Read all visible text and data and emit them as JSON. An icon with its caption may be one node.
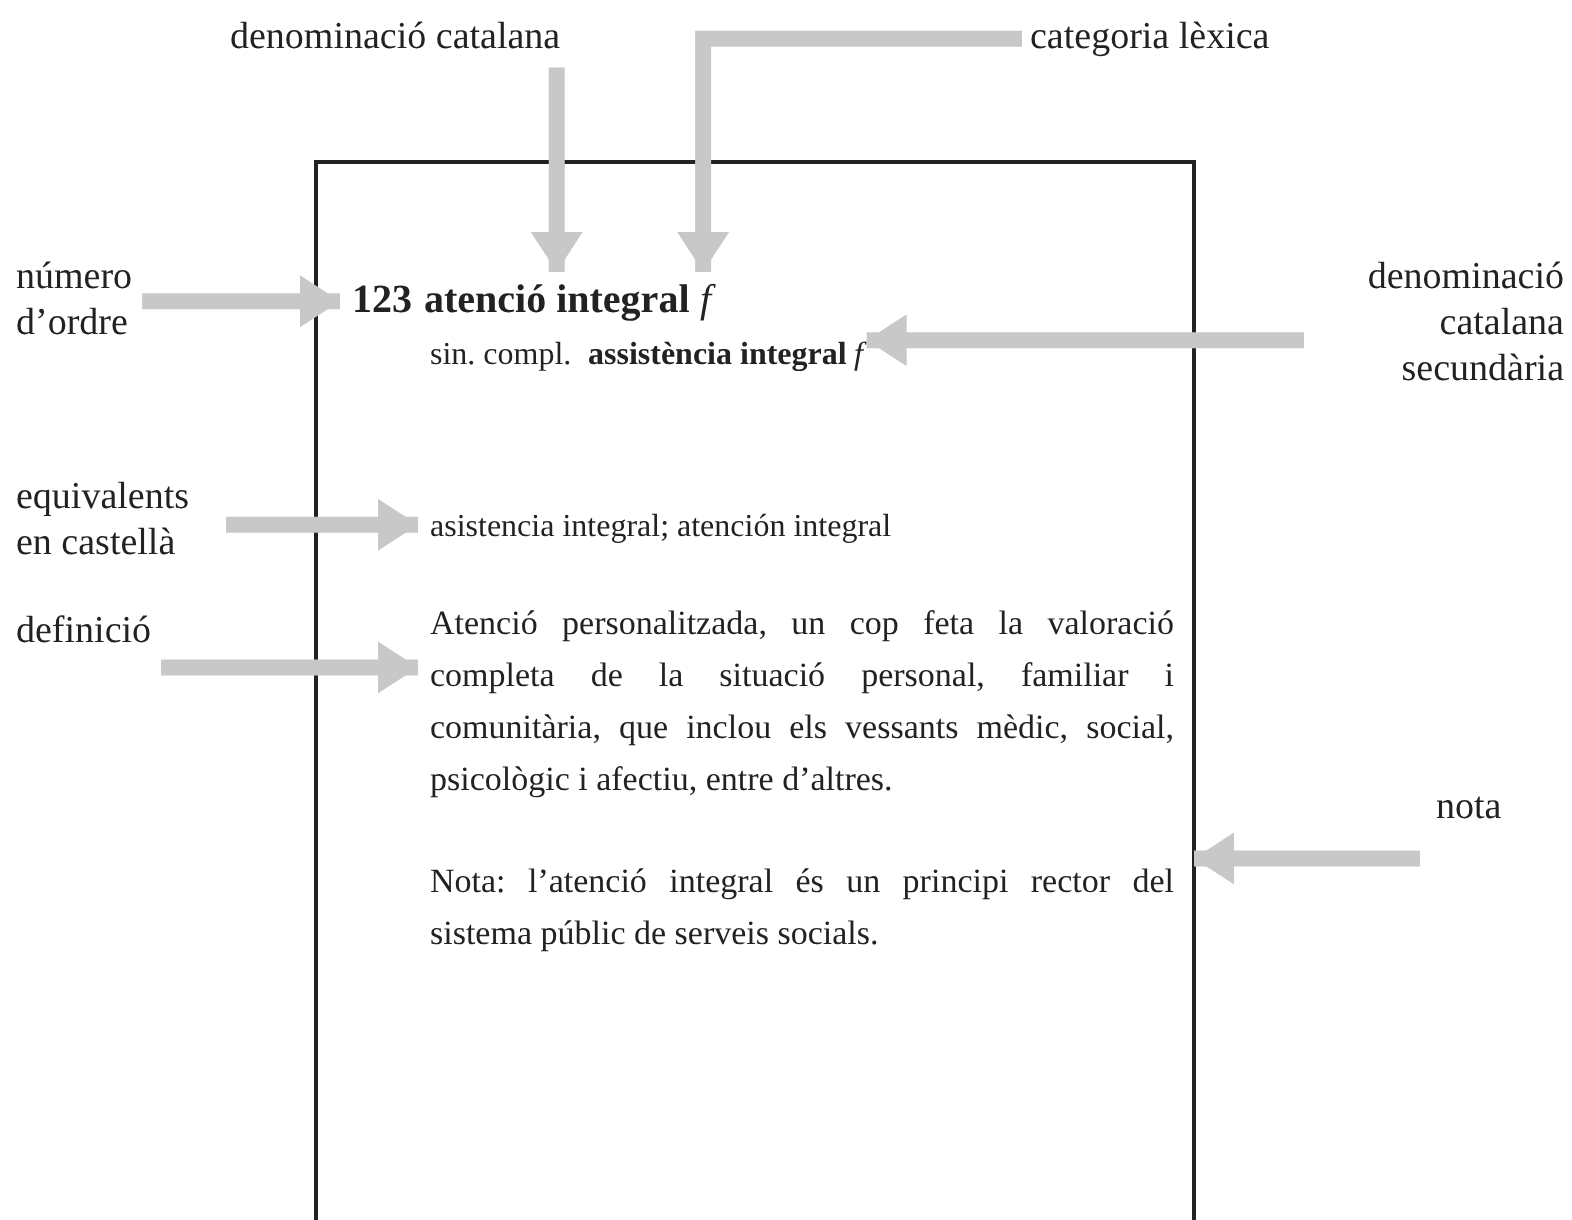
{
  "diagram": {
    "nodes": [
      {
        "text": [
          "denominació catalana"
        ]
      },
      {
        "text": [
          "categoria lèxica"
        ]
      },
      {
        "text": [],
        "shape": "box"
      },
      {
        "text": [
          "número d’ordre"
        ]
      },
      {
        "text": [
          "123"
        ],
        "in": 2
      },
      {
        "text": [
          "atenció integral"
        ],
        "in": 2
      },
      {
        "text": [
          "f"
        ],
        "in": 2
      },
      {
        "text": [
          "denominació catalana secundària"
        ]
      },
      {
        "text": [
          "sin. compl."
        ],
        "in": 2
      },
      {
        "text": [
          "assistència integral"
        ],
        "in": 2
      },
      {
        "text": [
          "f"
        ],
        "in": 2
      },
      {
        "text": [
          "equivalents en castellà"
        ]
      },
      {
        "text": [
          "asistencia integral; atención integral"
        ],
        "in": 2
      },
      {
        "text": [
          "definició"
        ]
      },
      {
        "text": [
          "Atenció personalitzada, un cop feta la valoració completa de la situació personal, familiar i comunitària, que inclou els vessants mèdic, social, psicològic i afectiu, entre d’altres."
        ],
        "in": 2
      },
      {
        "text": [
          "Nota: l’atenció integral és un principi rector del sistema públic de serveis socials."
        ],
        "in": 2
      },
      {
        "text": [
          "nota"
        ]
      }
    ],
    "edges": [
      {
        "from": 0,
        "to": 5,
        "arrow": "to"
      },
      {
        "from": 1,
        "to": 6,
        "arrow": "to"
      },
      {
        "from": 3,
        "to": 4,
        "arrow": "to"
      },
      {
        "from": 7,
        "to": 9,
        "arrow": "to"
      },
      {
        "from": 11,
        "to": 12,
        "arrow": "to"
      },
      {
        "from": 13,
        "to": 14,
        "arrow": "to"
      },
      {
        "from": 16,
        "to": 15,
        "arrow": "to"
      }
    ]
  }
}
